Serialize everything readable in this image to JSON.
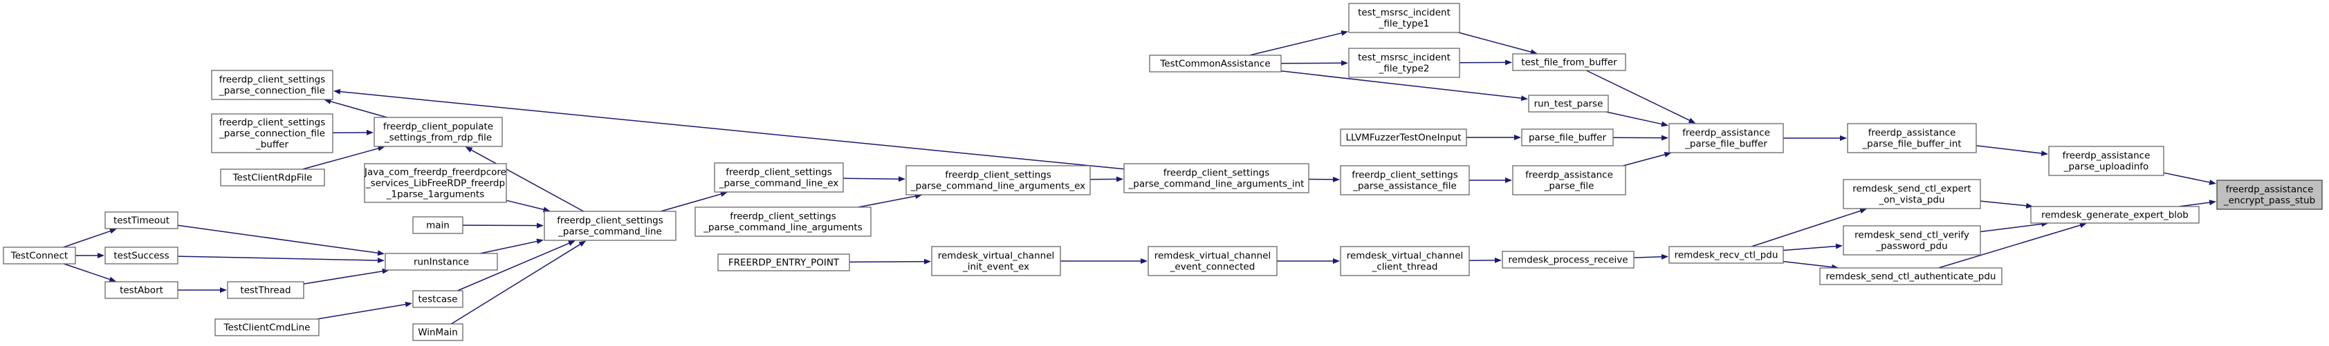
{
  "nodes": [
    {
      "id": "root",
      "lines": [
        "freerdp_assistance",
        "_encrypt_pass_stub"
      ],
      "root": true
    },
    {
      "id": "generate_expert_blob",
      "lines": [
        "remdesk_generate_expert_blob"
      ]
    },
    {
      "id": "parse_uploadinfo",
      "lines": [
        "freerdp_assistance",
        "_parse_uploadinfo"
      ]
    },
    {
      "id": "send_ctl_expert_on_vista",
      "lines": [
        "remdesk_send_ctl_expert",
        "_on_vista_pdu"
      ]
    },
    {
      "id": "send_ctl_verify_password",
      "lines": [
        "remdesk_send_ctl_verify",
        "_password_pdu"
      ]
    },
    {
      "id": "send_ctl_authenticate",
      "lines": [
        "remdesk_send_ctl_authenticate_pdu"
      ]
    },
    {
      "id": "parse_file_buffer_int",
      "lines": [
        "freerdp_assistance",
        "_parse_file_buffer_int"
      ]
    },
    {
      "id": "recv_ctl_pdu",
      "lines": [
        "remdesk_recv_ctl_pdu"
      ]
    },
    {
      "id": "parse_file_buffer",
      "lines": [
        "freerdp_assistance",
        "_parse_file_buffer"
      ]
    },
    {
      "id": "process_receive",
      "lines": [
        "remdesk_process_receive"
      ]
    },
    {
      "id": "test_file_from_buffer",
      "lines": [
        "test_file_from_buffer"
      ]
    },
    {
      "id": "run_test_parse",
      "lines": [
        "run_test_parse"
      ]
    },
    {
      "id": "parse_file_buffer_fn",
      "lines": [
        "parse_file_buffer"
      ]
    },
    {
      "id": "assistance_parse_file",
      "lines": [
        "freerdp_assistance",
        "_parse_file"
      ]
    },
    {
      "id": "vc_client_thread",
      "lines": [
        "remdesk_virtual_channel",
        "_client_thread"
      ]
    },
    {
      "id": "incident_type1",
      "lines": [
        "test_msrsc_incident",
        "_file_type1"
      ]
    },
    {
      "id": "incident_type2",
      "lines": [
        "test_msrsc_incident",
        "_file_type2"
      ]
    },
    {
      "id": "fuzzer",
      "lines": [
        "LLVMFuzzerTestOneInput"
      ]
    },
    {
      "id": "settings_parse_assistance_file",
      "lines": [
        "freerdp_client_settings",
        "_parse_assistance_file"
      ]
    },
    {
      "id": "vc_event_connected",
      "lines": [
        "remdesk_virtual_channel",
        "_event_connected"
      ]
    },
    {
      "id": "test_common_assistance",
      "lines": [
        "TestCommonAssistance"
      ]
    },
    {
      "id": "parse_cmdline_args_int",
      "lines": [
        "freerdp_client_settings",
        "_parse_command_line_arguments_int"
      ]
    },
    {
      "id": "vc_init_event_ex",
      "lines": [
        "remdesk_virtual_channel",
        "_init_event_ex"
      ]
    },
    {
      "id": "parse_cmdline_args_ex",
      "lines": [
        "freerdp_client_settings",
        "_parse_command_line_arguments_ex"
      ]
    },
    {
      "id": "entry_point",
      "lines": [
        "FREERDP_ENTRY_POINT"
      ]
    },
    {
      "id": "parse_cmdline_ex",
      "lines": [
        "freerdp_client_settings",
        "_parse_command_line_ex"
      ]
    },
    {
      "id": "parse_cmdline_args",
      "lines": [
        "freerdp_client_settings",
        "_parse_command_line_arguments"
      ]
    },
    {
      "id": "parse_connection_file",
      "lines": [
        "freerdp_client_settings",
        "_parse_connection_file"
      ]
    },
    {
      "id": "parse_cmdline",
      "lines": [
        "freerdp_client_settings",
        "_parse_command_line"
      ]
    },
    {
      "id": "populate_settings",
      "lines": [
        "freerdp_client_populate",
        "_settings_from_rdp_file"
      ]
    },
    {
      "id": "parse_connection_file_buffer",
      "lines": [
        "freerdp_client_settings",
        "_parse_connection_file",
        "_buffer"
      ]
    },
    {
      "id": "test_client_rdp_file",
      "lines": [
        "TestClientRdpFile"
      ]
    },
    {
      "id": "java_parse_args",
      "lines": [
        "Java_com_freerdp_freerdpcore",
        "_services_LibFreeRDP_freerdp",
        "_1parse_1arguments"
      ]
    },
    {
      "id": "main",
      "lines": [
        "main"
      ]
    },
    {
      "id": "run_instance",
      "lines": [
        "runInstance"
      ]
    },
    {
      "id": "testcase",
      "lines": [
        "testcase"
      ]
    },
    {
      "id": "winmain",
      "lines": [
        "WinMain"
      ]
    },
    {
      "id": "test_timeout",
      "lines": [
        "testTimeout"
      ]
    },
    {
      "id": "test_success",
      "lines": [
        "testSuccess"
      ]
    },
    {
      "id": "test_abort",
      "lines": [
        "testAbort"
      ]
    },
    {
      "id": "test_thread",
      "lines": [
        "testThread"
      ]
    },
    {
      "id": "test_client_cmdline",
      "lines": [
        "TestClientCmdLine"
      ]
    },
    {
      "id": "test_connect",
      "lines": [
        "TestConnect"
      ]
    }
  ],
  "edges": [
    {
      "from": "generate_expert_blob",
      "to": "root"
    },
    {
      "from": "parse_uploadinfo",
      "to": "root"
    },
    {
      "from": "send_ctl_expert_on_vista",
      "to": "generate_expert_blob"
    },
    {
      "from": "send_ctl_verify_password",
      "to": "generate_expert_blob"
    },
    {
      "from": "send_ctl_authenticate",
      "to": "generate_expert_blob"
    },
    {
      "from": "parse_file_buffer_int",
      "to": "parse_uploadinfo"
    },
    {
      "from": "recv_ctl_pdu",
      "to": "send_ctl_expert_on_vista"
    },
    {
      "from": "recv_ctl_pdu",
      "to": "send_ctl_verify_password"
    },
    {
      "from": "recv_ctl_pdu",
      "to": "send_ctl_authenticate"
    },
    {
      "from": "parse_file_buffer",
      "to": "parse_file_buffer_int"
    },
    {
      "from": "process_receive",
      "to": "recv_ctl_pdu"
    },
    {
      "from": "test_file_from_buffer",
      "to": "parse_file_buffer"
    },
    {
      "from": "run_test_parse",
      "to": "parse_file_buffer"
    },
    {
      "from": "parse_file_buffer_fn",
      "to": "parse_file_buffer"
    },
    {
      "from": "assistance_parse_file",
      "to": "parse_file_buffer"
    },
    {
      "from": "vc_client_thread",
      "to": "process_receive"
    },
    {
      "from": "incident_type1",
      "to": "test_file_from_buffer"
    },
    {
      "from": "incident_type2",
      "to": "test_file_from_buffer"
    },
    {
      "from": "test_common_assistance",
      "to": "run_test_parse"
    },
    {
      "from": "fuzzer",
      "to": "parse_file_buffer_fn"
    },
    {
      "from": "settings_parse_assistance_file",
      "to": "assistance_parse_file"
    },
    {
      "from": "vc_event_connected",
      "to": "vc_client_thread"
    },
    {
      "from": "test_common_assistance",
      "to": "incident_type1"
    },
    {
      "from": "test_common_assistance",
      "to": "incident_type2"
    },
    {
      "from": "parse_cmdline_args_int",
      "to": "settings_parse_assistance_file"
    },
    {
      "from": "vc_init_event_ex",
      "to": "vc_event_connected"
    },
    {
      "from": "parse_cmdline_args_int",
      "to": "parse_connection_file"
    },
    {
      "from": "parse_cmdline_args_ex",
      "to": "parse_cmdline_args_int"
    },
    {
      "from": "entry_point",
      "to": "vc_init_event_ex"
    },
    {
      "from": "parse_cmdline_ex",
      "to": "parse_cmdline_args_ex"
    },
    {
      "from": "parse_cmdline_args",
      "to": "parse_cmdline_args_ex"
    },
    {
      "from": "parse_cmdline",
      "to": "parse_cmdline_ex"
    },
    {
      "from": "populate_settings",
      "to": "parse_connection_file"
    },
    {
      "from": "parse_cmdline",
      "to": "populate_settings"
    },
    {
      "from": "parse_connection_file_buffer",
      "to": "populate_settings"
    },
    {
      "from": "test_client_rdp_file",
      "to": "populate_settings"
    },
    {
      "from": "java_parse_args",
      "to": "parse_cmdline"
    },
    {
      "from": "main",
      "to": "parse_cmdline"
    },
    {
      "from": "run_instance",
      "to": "parse_cmdline"
    },
    {
      "from": "testcase",
      "to": "parse_cmdline"
    },
    {
      "from": "winmain",
      "to": "parse_cmdline"
    },
    {
      "from": "test_timeout",
      "to": "run_instance"
    },
    {
      "from": "test_success",
      "to": "run_instance"
    },
    {
      "from": "test_thread",
      "to": "run_instance"
    },
    {
      "from": "test_abort",
      "to": "test_thread"
    },
    {
      "from": "test_client_cmdline",
      "to": "testcase"
    },
    {
      "from": "test_connect",
      "to": "test_timeout"
    },
    {
      "from": "test_connect",
      "to": "test_success"
    },
    {
      "from": "test_connect",
      "to": "test_abort"
    }
  ]
}
